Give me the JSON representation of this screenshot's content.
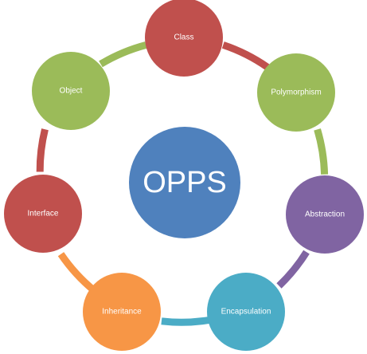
{
  "center": {
    "label": "OPPS",
    "color": "#4f81bd"
  },
  "nodes": [
    {
      "id": "class",
      "label": "Class",
      "color": "#c0504d"
    },
    {
      "id": "polymorphism",
      "label": "Polymorphism",
      "color": "#9bbb59"
    },
    {
      "id": "abstraction",
      "label": "Abstraction",
      "color": "#8064a2"
    },
    {
      "id": "encapsulation",
      "label": "Encapsulation",
      "color": "#4bacc6"
    },
    {
      "id": "inheritance",
      "label": "Inheritance",
      "color": "#f79646"
    },
    {
      "id": "interface",
      "label": "Interface",
      "color": "#c0504d"
    },
    {
      "id": "object",
      "label": "Object",
      "color": "#9bbb59"
    }
  ],
  "connectors": [
    {
      "id": "class-polymorphism",
      "color": "#c0504d"
    },
    {
      "id": "polymorphism-abstraction",
      "color": "#9bbb59"
    },
    {
      "id": "abstraction-encapsulation",
      "color": "#8064a2"
    },
    {
      "id": "encapsulation-inheritance",
      "color": "#4bacc6"
    },
    {
      "id": "inheritance-interface",
      "color": "#f79646"
    },
    {
      "id": "interface-object",
      "color": "#c0504d"
    },
    {
      "id": "object-class",
      "color": "#9bbb59"
    }
  ]
}
